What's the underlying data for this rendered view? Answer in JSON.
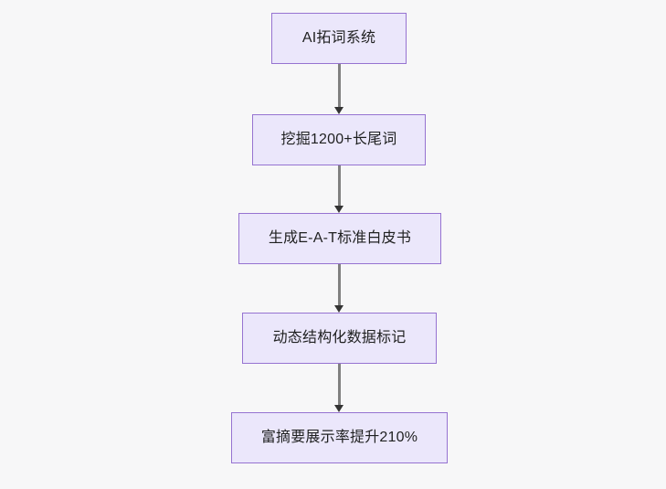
{
  "diagram": {
    "type": "flowchart",
    "orientation": "top-to-bottom",
    "background_color": "#f7f7f8",
    "node_fill_color": "#ebe7fb",
    "node_border_color": "#9673d1",
    "node_text_color": "#1f2020",
    "edge_color": "#808080",
    "arrowhead_color": "#333333",
    "nodes": [
      {
        "id": "n1",
        "label": "AI拓词系统"
      },
      {
        "id": "n2",
        "label": "挖掘1200+长尾词"
      },
      {
        "id": "n3",
        "label": "生成E-A-T标准白皮书"
      },
      {
        "id": "n4",
        "label": "动态结构化数据标记"
      },
      {
        "id": "n5",
        "label": "富摘要展示率提升210%"
      }
    ],
    "edges": [
      {
        "from": "n1",
        "to": "n2",
        "label": ""
      },
      {
        "from": "n2",
        "to": "n3",
        "label": ""
      },
      {
        "from": "n3",
        "to": "n4",
        "label": ""
      },
      {
        "from": "n4",
        "to": "n5",
        "label": ""
      }
    ]
  }
}
